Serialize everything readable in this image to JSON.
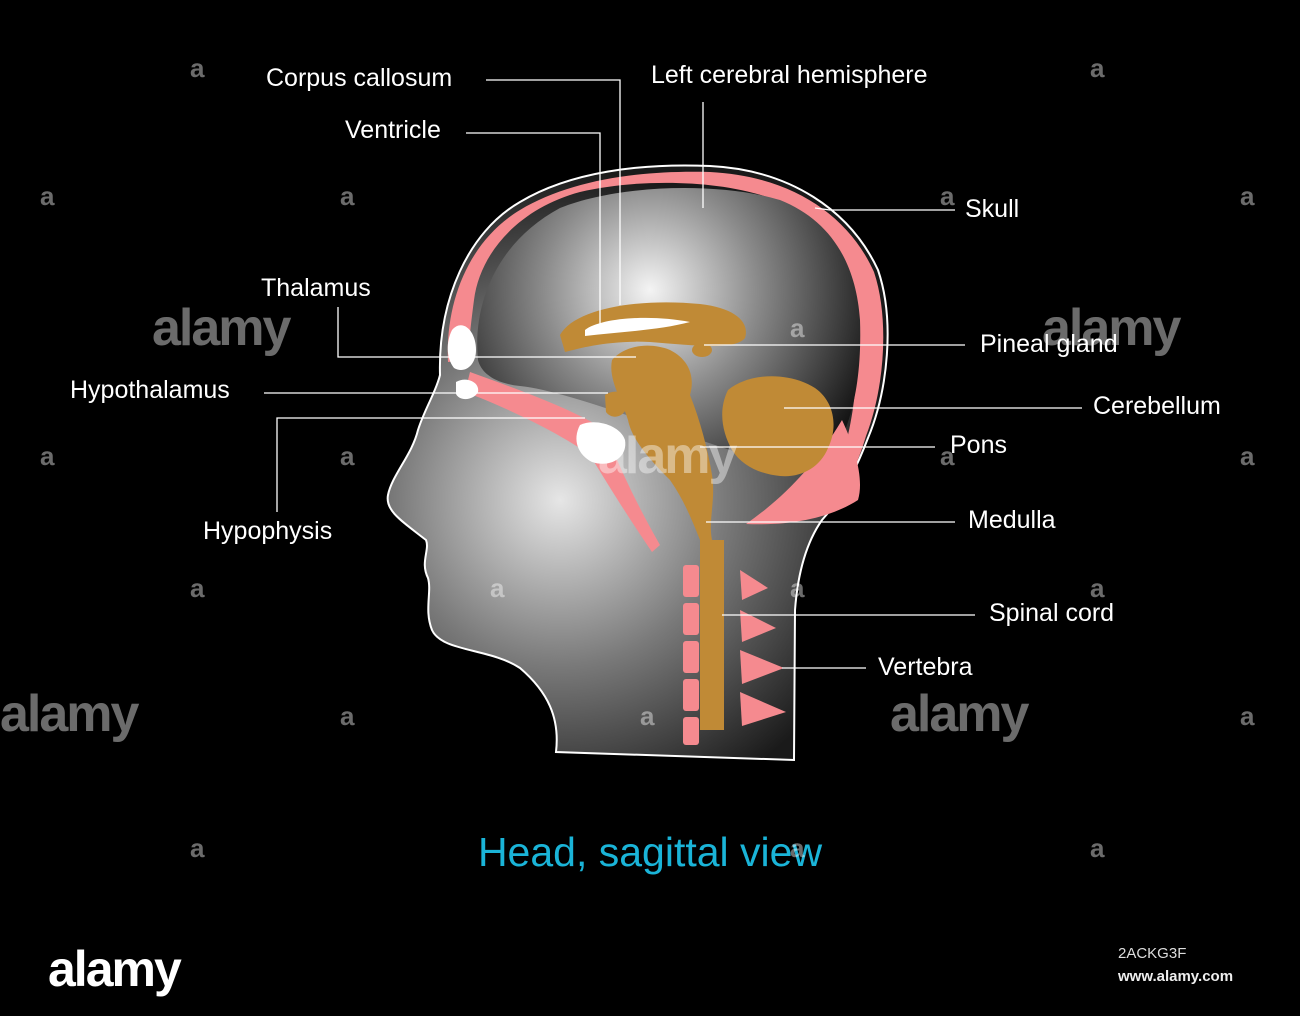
{
  "title": "Head, sagittal view",
  "labels": {
    "corpus_callosum": "Corpus callosum",
    "left_cerebral_hemisphere": "Left cerebral hemisphere",
    "ventricle": "Ventricle",
    "skull": "Skull",
    "thalamus": "Thalamus",
    "pineal_gland": "Pineal gland",
    "hypothalamus": "Hypothalamus",
    "cerebellum": "Cerebellum",
    "pons": "Pons",
    "hypophysis": "Hypophysis",
    "medulla": "Medulla",
    "spinal_cord": "Spinal cord",
    "vertebra": "Vertebra"
  },
  "branding": {
    "logo": "alamy",
    "image_id": "2ACKG3F",
    "url": "www.alamy.com",
    "watermark_text": "alamy",
    "watermark_mark": "a"
  },
  "colors": {
    "background": "#000000",
    "label_text": "#ffffff",
    "title_text": "#1ab4d8",
    "skull_tissue": "#f58a8f",
    "brain_structures": "#c08a36",
    "outline": "#ffffff"
  }
}
